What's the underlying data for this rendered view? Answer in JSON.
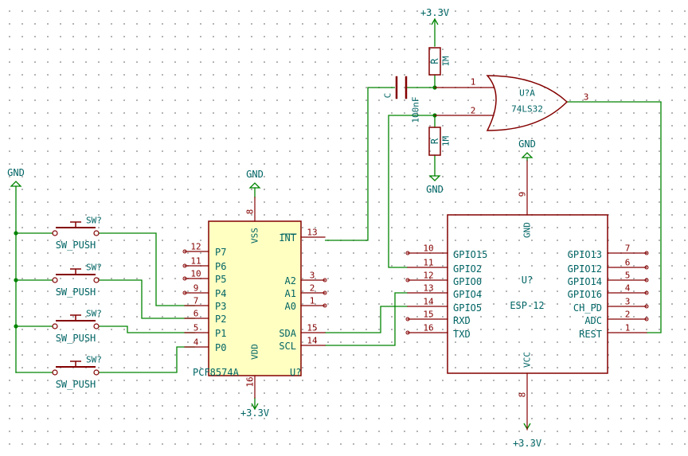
{
  "colors": {
    "wire": "#008400",
    "body": "#840000",
    "pin": "#840000",
    "fill": "#ffffc2",
    "text": "#006464",
    "pin_text": "#840000",
    "junction": "#008400"
  },
  "power": {
    "vcc_label": "+3.3V",
    "gnd_label": "GND"
  },
  "switches": {
    "ref": "SW?",
    "value": "SW_PUSH"
  },
  "expander": {
    "part": "PCF8574A",
    "ref": "U?",
    "left_pins": [
      {
        "num": "12",
        "name": "P7"
      },
      {
        "num": "11",
        "name": "P6"
      },
      {
        "num": "10",
        "name": "P5"
      },
      {
        "num": "9",
        "name": "P4"
      },
      {
        "num": "7",
        "name": "P3"
      },
      {
        "num": "6",
        "name": "P2"
      },
      {
        "num": "5",
        "name": "P1"
      },
      {
        "num": "4",
        "name": "P0"
      }
    ],
    "right_pins": [
      {
        "num": "13",
        "name": "INT"
      },
      {
        "num": "3",
        "name": "A2"
      },
      {
        "num": "2",
        "name": "A1"
      },
      {
        "num": "1",
        "name": "A0"
      },
      {
        "num": "15",
        "name": "SDA"
      },
      {
        "num": "14",
        "name": "SCL"
      }
    ],
    "top_pin": {
      "num": "8",
      "name": "VSS"
    },
    "bottom_pin": {
      "num": "16",
      "name": "VDD"
    }
  },
  "mcu": {
    "part": "ESP-12",
    "ref": "U?",
    "left_pins": [
      {
        "num": "10",
        "name": "GPIO15"
      },
      {
        "num": "11",
        "name": "GPIO2"
      },
      {
        "num": "12",
        "name": "GPIO0"
      },
      {
        "num": "13",
        "name": "GPIO4"
      },
      {
        "num": "14",
        "name": "GPIO5"
      },
      {
        "num": "15",
        "name": "RXD"
      },
      {
        "num": "16",
        "name": "TXD"
      }
    ],
    "right_pins": [
      {
        "num": "7",
        "name": "GPIO13"
      },
      {
        "num": "6",
        "name": "GPIO12"
      },
      {
        "num": "5",
        "name": "GPIO14"
      },
      {
        "num": "4",
        "name": "GPIO16"
      },
      {
        "num": "3",
        "name": "CH_PD"
      },
      {
        "num": "2",
        "name": "ADC"
      },
      {
        "num": "1",
        "name": "REST"
      }
    ],
    "top_pin": {
      "num": "9",
      "name": "GND"
    },
    "bottom_pin": {
      "num": "8",
      "name": "VCC"
    }
  },
  "gate": {
    "ref": "U?A",
    "part": "74LS32",
    "pin_in1": "1",
    "pin_in2": "2",
    "pin_out": "3"
  },
  "capacitor": {
    "ref": "C",
    "value": "100nF"
  },
  "resistors": {
    "ref": "R",
    "value": "1M"
  }
}
